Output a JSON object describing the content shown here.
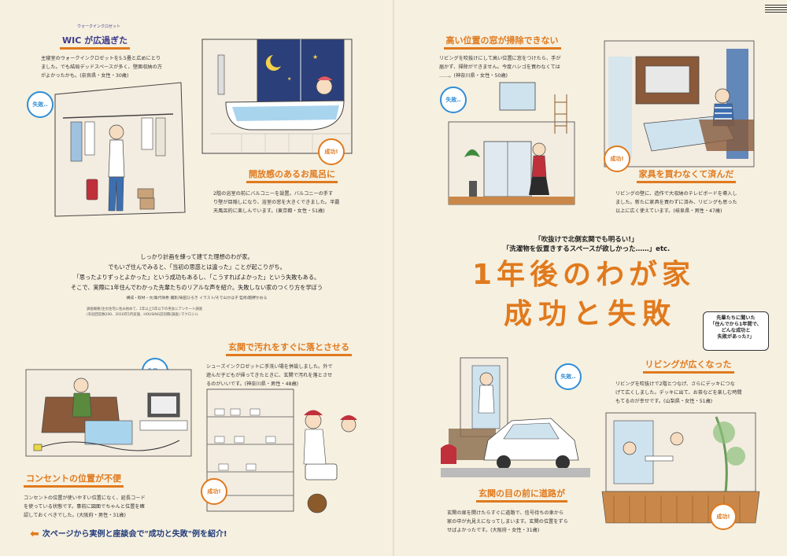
{
  "sections": {
    "wic": {
      "ruby": "ウォークインクロゼット",
      "title": "WIC が広過ぎた",
      "body": [
        "主寝室のウォークインクロゼットを5.5畳と広めにとり",
        "ました。でも結局デッドスペースが多く、壁面収納の方",
        "がよかったかも。(奈良県・女性・30歳)"
      ],
      "badge": "失敗.."
    },
    "bath": {
      "title": "開放感のあるお風呂に",
      "body": [
        "2階の浴室の前にバルコニーを設置。バルコニーの手す",
        "り壁が目隠しになり、浴室の窓を大きくできました。半露",
        "天風呂的に楽しんでいます。(東京都・女性・51歳)"
      ],
      "badge": "成功!"
    },
    "window": {
      "title": "高い位置の窓が掃除できない",
      "body": [
        "リビングを吹抜けにして高い位置に窓をつけたら、手が",
        "届かず、掃除ができません。今度ハシゴを買わなくては",
        "……。(神奈川県・女性・50歳)"
      ],
      "badge": "失敗.."
    },
    "furniture": {
      "title": "家具を買わなくて済んだ",
      "body": [
        "リビングの壁に、造作で大収納のテレビボードを導入し",
        "ました。新たに家具を買わずに済み、リビングも思った",
        "以上に広く使えています。(岐阜県・男性・47歳)"
      ],
      "badge": "成功!"
    },
    "entrance": {
      "title": "玄関で汚れをすぐに落とさせる",
      "body": [
        "シューズインクロゼットに手洗い場を併設しました。外で",
        "遊んだ子どもが帰ってきたときに、玄関で汚れを落とさせ",
        "るのがいいです。(神奈川県・男性・48歳)"
      ],
      "badge": "成功!"
    },
    "outlet": {
      "title": "コンセントの位置が不便",
      "body": [
        "コンセントの位置が使いやすい位置になく、延長コード",
        "を使っている状態です。事前に図面でちゃんと位置を確",
        "認しておくべきでした。(大阪府・男性・31歳)"
      ],
      "badge": "失敗.."
    },
    "road": {
      "title": "玄関の目の前に道路が",
      "body": [
        "玄関の扉を開けたらすぐに道路で、信号待ちの車から",
        "家の中が丸見えになってしまいます。玄関の位置をずら",
        "せばよかったです。(大阪府・女性・31歳)"
      ],
      "badge": "失敗.."
    },
    "living": {
      "title": "リビングが広くなった",
      "body": [
        "リビングを吹抜けで2階とつなげ、さらにデッキにつな",
        "げて広くしました。デッキに出て、お茶などを楽しむ時間",
        "もてるのが幸せです。(山梨県・女性・51歳)"
      ],
      "badge": "成功!"
    }
  },
  "lead": {
    "lines": [
      "しっかり計画を練って建てた理想のわが家。",
      "でもいざ住んでみると、「当初の思惑とは違った」ことが起こりがち。",
      "「思ったよりずっとよかった」という成功もあるし、「こうすればよかった」という失敗もある。",
      "そこで、実際に1年住んでわかった先輩たちのリアルな声を紹介。失敗しない家のつくり方を学ぼう"
    ],
    "credits": "構成・取材・文/桑代咲希  撮影/染田ひろき  イラスト/そで山かほ子  監修/越野かおる",
    "survey": [
      "調査概要/注文住宅に住み始めて、1年以上5年以下の男女にアンケート調査",
      "(有効回答数200、2016年5月実施、HOUSING誌別冊(調査):マクロミル"
    ]
  },
  "headline": {
    "quote1": "「吹抜けで北側玄関でも明るい!」",
    "quote2": "「洗濯物を仮置きするスペースが欲しかった……」etc.",
    "line1": "1年後のわが家",
    "line2": "成功と失敗",
    "bubble": [
      "先輩たちに聞いた",
      "「住んでから1年間で、",
      "どんな成功と",
      "失敗があった?」"
    ]
  },
  "footer": {
    "text": "次ページから実例と座談会で\"成功と失敗\"例を紹介!"
  }
}
